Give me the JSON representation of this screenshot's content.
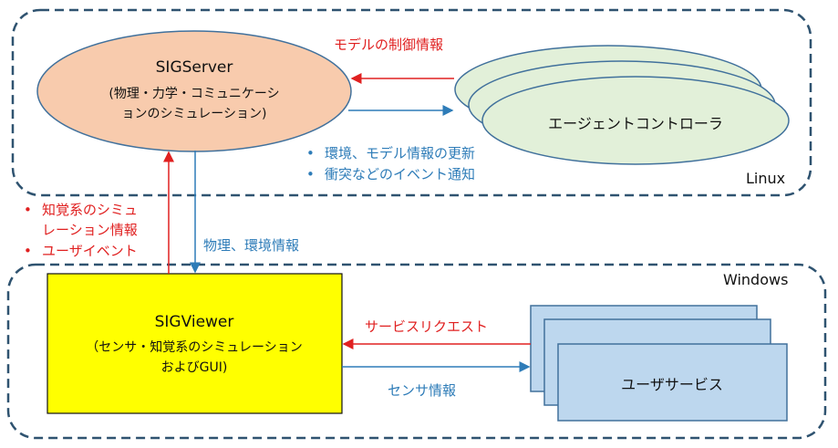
{
  "regions": {
    "linux": "Linux",
    "windows": "Windows"
  },
  "sigserver": {
    "title": "SIGServer",
    "line1": "(物理・力学・コミュニケーシ",
    "line2": "ョンのシミュレーション)"
  },
  "agent": {
    "label": "エージェントコントローラ"
  },
  "sigviewer": {
    "title": "SIGViewer",
    "line1": "（センサ・知覚系のシミュレーション",
    "line2": "およびGUI)"
  },
  "user_service": {
    "label": "ユーザサービス"
  },
  "arrows": {
    "model_control": "モデルの制御情報",
    "env_bullets": [
      "環境、モデル情報の更新",
      "衝突などのイベント通知"
    ],
    "physics_env": "物理、環境情報",
    "perception_bullets": [
      "知覚系のシミュ",
      "レーション情報",
      "ユーザイベント"
    ],
    "service_request": "サービスリクエスト",
    "sensor_info": "センサ情報"
  },
  "colors": {
    "region_border": "#2f5370",
    "server_fill": "#f8cbad",
    "server_stroke": "#41719c",
    "agent_fill": "#e2f0d9",
    "agent_stroke": "#41719c",
    "viewer_fill": "#ffff00",
    "viewer_stroke": "#111111",
    "service_fill": "#bdd7ee",
    "service_stroke": "#41719c",
    "arrow_red": "#e02020",
    "arrow_blue": "#2e7cb8"
  }
}
